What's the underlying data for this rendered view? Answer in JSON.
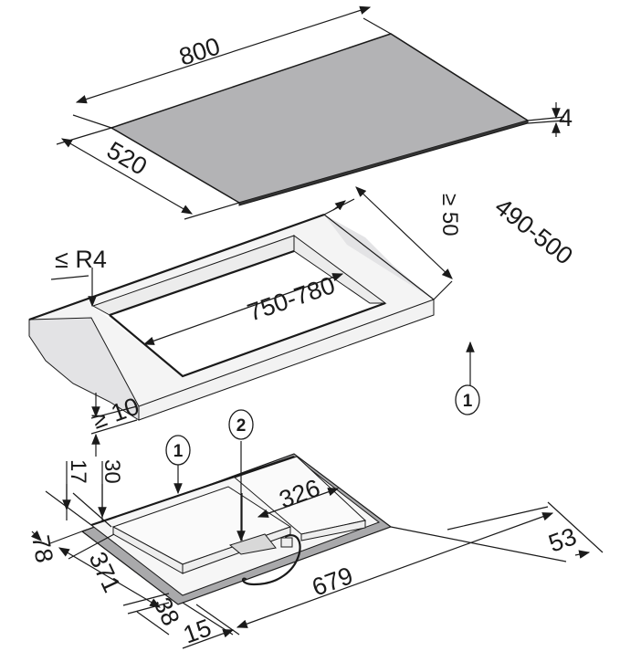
{
  "title": "Hob installation dimensions",
  "dimensions": {
    "glass_width": "800",
    "glass_depth": "520",
    "glass_thickness": "4",
    "rear_clearance": "≥ 50",
    "cutout_depth": "490-500",
    "corner_radius": "≤ R4",
    "cutout_width": "750-780",
    "min_worktop": "≥ 10",
    "d17": "17",
    "d30": "30",
    "d78": "78",
    "d371": "371",
    "d38": "38",
    "d15": "15",
    "d326": "326",
    "d679": "679",
    "d53": "53"
  },
  "callouts": {
    "worktop": "1",
    "worktop_hob": "1",
    "connection_box": "2"
  },
  "colors": {
    "glass": "#b3b3b5",
    "worktop_face": "#f4f4f4",
    "worktop_edge": "#e3e3e5",
    "hob_base": "#a9a9ab"
  }
}
